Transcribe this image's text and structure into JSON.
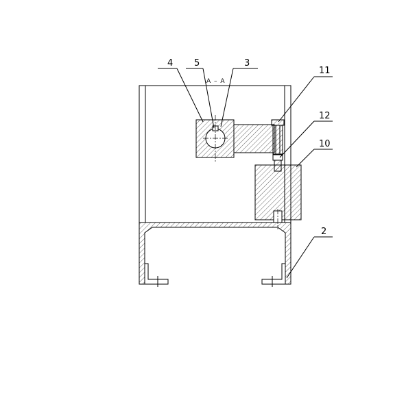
{
  "section_label": "A – A",
  "callouts": [
    {
      "id": "4",
      "text": "4"
    },
    {
      "id": "5",
      "text": "5"
    },
    {
      "id": "3",
      "text": "3"
    },
    {
      "id": "11",
      "text": "11"
    },
    {
      "id": "12",
      "text": "12"
    },
    {
      "id": "10",
      "text": "10"
    },
    {
      "id": "2",
      "text": "2"
    }
  ]
}
